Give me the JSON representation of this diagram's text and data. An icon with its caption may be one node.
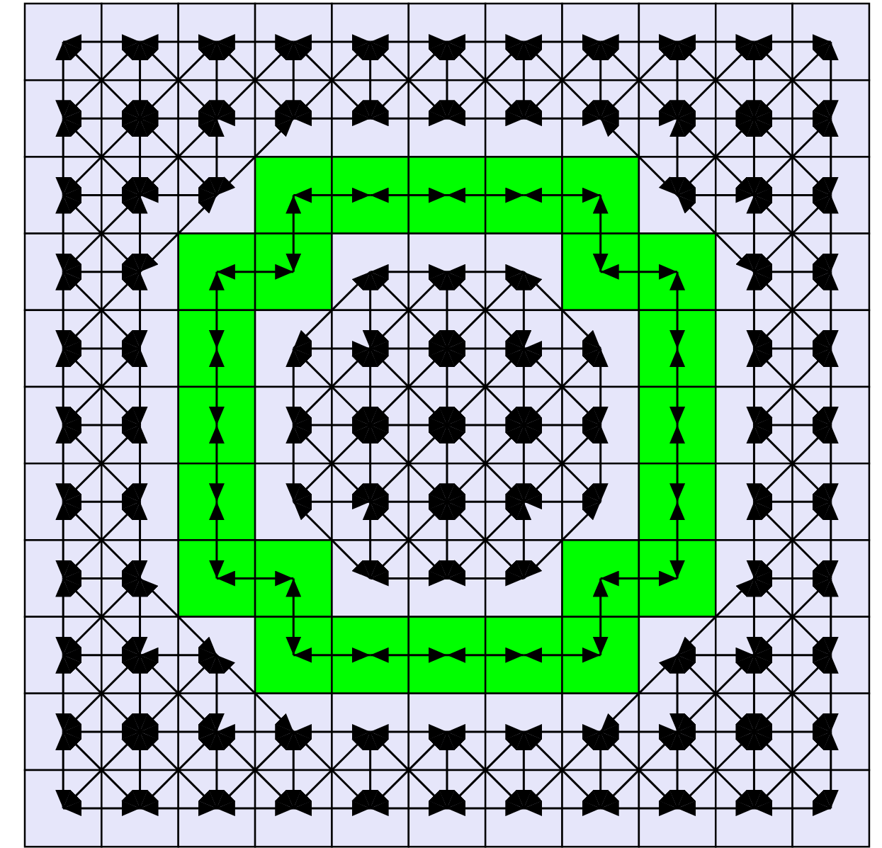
{
  "diagram": {
    "nodes": [
      {
        "text": [],
        "shape": "box"
      },
      {
        "text": [],
        "shape": "box"
      },
      {
        "text": [],
        "shape": "box"
      },
      {
        "text": [],
        "shape": "box"
      },
      {
        "text": [],
        "shape": "box"
      },
      {
        "text": [],
        "shape": "box"
      },
      {
        "text": [],
        "shape": "box"
      },
      {
        "text": [],
        "shape": "box"
      },
      {
        "text": [],
        "shape": "box"
      },
      {
        "text": [],
        "shape": "box"
      },
      {
        "text": [],
        "shape": "box"
      },
      {
        "text": [],
        "shape": "box"
      },
      {
        "text": [],
        "shape": "box"
      },
      {
        "text": [],
        "shape": "box"
      },
      {
        "text": [],
        "shape": "box"
      },
      {
        "text": [],
        "shape": "box"
      },
      {
        "text": [],
        "shape": "box"
      },
      {
        "text": [],
        "shape": "box"
      },
      {
        "text": [],
        "shape": "box"
      },
      {
        "text": [],
        "shape": "box"
      },
      {
        "text": [],
        "shape": "box"
      },
      {
        "text": [],
        "shape": "box"
      },
      {
        "text": [],
        "shape": "box"
      },
      {
        "text": [],
        "shape": "box"
      },
      {
        "text": [],
        "shape": "box"
      },
      {
        "text": [],
        "shape": "box"
      },
      {
        "text": [],
        "shape": "box"
      },
      {
        "text": [],
        "shape": "box"
      },
      {
        "text": [],
        "shape": "box"
      },
      {
        "text": [],
        "shape": "box"
      },
      {
        "text": [],
        "shape": "box"
      },
      {
        "text": [],
        "shape": "box"
      },
      {
        "text": [],
        "shape": "box"
      },
      {
        "text": [],
        "shape": "box"
      },
      {
        "text": [],
        "shape": "box"
      },
      {
        "text": [],
        "shape": "box"
      },
      {
        "text": [],
        "shape": "box"
      },
      {
        "text": [],
        "shape": "box"
      },
      {
        "text": [],
        "shape": "box"
      },
      {
        "text": [],
        "shape": "box"
      },
      {
        "text": [],
        "shape": "box"
      },
      {
        "text": [],
        "shape": "box"
      },
      {
        "text": [],
        "shape": "box"
      },
      {
        "text": [],
        "shape": "box"
      },
      {
        "text": [],
        "shape": "box"
      },
      {
        "text": [],
        "shape": "box"
      },
      {
        "text": [],
        "shape": "box"
      },
      {
        "text": [],
        "shape": "box"
      },
      {
        "text": [],
        "shape": "box"
      },
      {
        "text": [],
        "shape": "box"
      },
      {
        "text": [],
        "shape": "box"
      },
      {
        "text": [],
        "shape": "box"
      },
      {
        "text": [],
        "shape": "box"
      },
      {
        "text": [],
        "shape": "box"
      },
      {
        "text": [],
        "shape": "box"
      },
      {
        "text": [],
        "shape": "box"
      },
      {
        "text": [],
        "shape": "box"
      },
      {
        "text": [],
        "shape": "box"
      },
      {
        "text": [],
        "shape": "box"
      },
      {
        "text": [],
        "shape": "box"
      },
      {
        "text": [],
        "shape": "box"
      },
      {
        "text": [],
        "shape": "box"
      },
      {
        "text": [],
        "shape": "box"
      },
      {
        "text": [],
        "shape": "box"
      },
      {
        "text": [],
        "shape": "box"
      },
      {
        "text": [],
        "shape": "box"
      },
      {
        "text": [],
        "shape": "box"
      },
      {
        "text": [],
        "shape": "box"
      },
      {
        "text": [],
        "shape": "box"
      },
      {
        "text": [],
        "shape": "box"
      },
      {
        "text": [],
        "shape": "box"
      },
      {
        "text": [],
        "shape": "box"
      },
      {
        "text": [],
        "shape": "box"
      },
      {
        "text": [],
        "shape": "box"
      },
      {
        "text": [],
        "shape": "box"
      },
      {
        "text": [],
        "shape": "box"
      },
      {
        "text": [],
        "shape": "box"
      },
      {
        "text": [],
        "shape": "box"
      },
      {
        "text": [],
        "shape": "box"
      },
      {
        "text": [],
        "shape": "box"
      },
      {
        "text": [],
        "shape": "box"
      },
      {
        "text": [],
        "shape": "box"
      },
      {
        "text": [],
        "shape": "box"
      },
      {
        "text": [],
        "shape": "box"
      },
      {
        "text": [],
        "shape": "box"
      },
      {
        "text": [],
        "shape": "box"
      },
      {
        "text": [],
        "shape": "box"
      },
      {
        "text": [],
        "shape": "box"
      },
      {
        "text": [],
        "shape": "box"
      },
      {
        "text": [],
        "shape": "box"
      },
      {
        "text": [],
        "shape": "box"
      },
      {
        "text": [],
        "shape": "box"
      },
      {
        "text": [],
        "shape": "box"
      },
      {
        "text": [],
        "shape": "box"
      },
      {
        "text": [],
        "shape": "box"
      },
      {
        "text": [],
        "shape": "box"
      },
      {
        "text": [],
        "shape": "box"
      },
      {
        "text": [],
        "shape": "box"
      },
      {
        "text": [],
        "shape": "box"
      },
      {
        "text": [],
        "shape": "box"
      },
      {
        "text": [],
        "shape": "box"
      },
      {
        "text": [],
        "shape": "box"
      },
      {
        "text": [],
        "shape": "box"
      },
      {
        "text": [],
        "shape": "box"
      },
      {
        "text": [],
        "shape": "box"
      },
      {
        "text": [],
        "shape": "box"
      },
      {
        "text": [],
        "shape": "box"
      },
      {
        "text": [],
        "shape": "box"
      },
      {
        "text": [],
        "shape": "box"
      },
      {
        "text": [],
        "shape": "box"
      },
      {
        "text": [],
        "shape": "box"
      },
      {
        "text": [],
        "shape": "box"
      },
      {
        "text": [],
        "shape": "box"
      },
      {
        "text": [],
        "shape": "box"
      },
      {
        "text": [],
        "shape": "box"
      },
      {
        "text": [],
        "shape": "box"
      },
      {
        "text": [],
        "shape": "box"
      },
      {
        "text": [],
        "shape": "box"
      },
      {
        "text": [],
        "shape": "box"
      },
      {
        "text": [],
        "shape": "box"
      },
      {
        "text": [],
        "shape": "box"
      }
    ],
    "edges": [
      {
        "from": 0,
        "to": 1,
        "arrow": "both"
      },
      {
        "from": 0,
        "to": 11,
        "arrow": "both"
      },
      {
        "from": 0,
        "to": 12,
        "arrow": "both"
      },
      {
        "from": 1,
        "to": 2,
        "arrow": "both"
      },
      {
        "from": 1,
        "to": 11,
        "arrow": "both"
      },
      {
        "from": 1,
        "to": 12,
        "arrow": "both"
      },
      {
        "from": 1,
        "to": 13,
        "arrow": "both"
      },
      {
        "from": 2,
        "to": 3,
        "arrow": "both"
      },
      {
        "from": 2,
        "to": 12,
        "arrow": "both"
      },
      {
        "from": 2,
        "to": 13,
        "arrow": "both"
      },
      {
        "from": 2,
        "to": 14,
        "arrow": "both"
      },
      {
        "from": 3,
        "to": 4,
        "arrow": "both"
      },
      {
        "from": 3,
        "to": 13,
        "arrow": "both"
      },
      {
        "from": 3,
        "to": 14,
        "arrow": "both"
      },
      {
        "from": 3,
        "to": 15,
        "arrow": "both"
      },
      {
        "from": 4,
        "to": 5,
        "arrow": "both"
      },
      {
        "from": 4,
        "to": 14,
        "arrow": "both"
      },
      {
        "from": 4,
        "to": 15,
        "arrow": "both"
      },
      {
        "from": 4,
        "to": 16,
        "arrow": "both"
      },
      {
        "from": 5,
        "to": 6,
        "arrow": "both"
      },
      {
        "from": 5,
        "to": 15,
        "arrow": "both"
      },
      {
        "from": 5,
        "to": 16,
        "arrow": "both"
      },
      {
        "from": 5,
        "to": 17,
        "arrow": "both"
      },
      {
        "from": 6,
        "to": 7,
        "arrow": "both"
      },
      {
        "from": 6,
        "to": 16,
        "arrow": "both"
      },
      {
        "from": 6,
        "to": 17,
        "arrow": "both"
      },
      {
        "from": 6,
        "to": 18,
        "arrow": "both"
      },
      {
        "from": 7,
        "to": 8,
        "arrow": "both"
      },
      {
        "from": 7,
        "to": 17,
        "arrow": "both"
      },
      {
        "from": 7,
        "to": 18,
        "arrow": "both"
      },
      {
        "from": 7,
        "to": 19,
        "arrow": "both"
      },
      {
        "from": 8,
        "to": 9,
        "arrow": "both"
      },
      {
        "from": 8,
        "to": 18,
        "arrow": "both"
      },
      {
        "from": 8,
        "to": 19,
        "arrow": "both"
      },
      {
        "from": 8,
        "to": 20,
        "arrow": "both"
      },
      {
        "from": 9,
        "to": 10,
        "arrow": "both"
      },
      {
        "from": 9,
        "to": 19,
        "arrow": "both"
      },
      {
        "from": 9,
        "to": 20,
        "arrow": "both"
      },
      {
        "from": 9,
        "to": 21,
        "arrow": "both"
      },
      {
        "from": 10,
        "to": 20,
        "arrow": "both"
      },
      {
        "from": 10,
        "to": 21,
        "arrow": "both"
      },
      {
        "from": 11,
        "to": 12,
        "arrow": "both"
      },
      {
        "from": 11,
        "to": 22,
        "arrow": "both"
      },
      {
        "from": 11,
        "to": 23,
        "arrow": "both"
      },
      {
        "from": 12,
        "to": 13,
        "arrow": "both"
      },
      {
        "from": 12,
        "to": 22,
        "arrow": "both"
      },
      {
        "from": 12,
        "to": 23,
        "arrow": "both"
      },
      {
        "from": 12,
        "to": 24,
        "arrow": "both"
      },
      {
        "from": 13,
        "to": 14,
        "arrow": "both"
      },
      {
        "from": 13,
        "to": 23,
        "arrow": "both"
      },
      {
        "from": 13,
        "to": 24,
        "arrow": "both"
      },
      {
        "from": 14,
        "to": 15,
        "arrow": "both"
      },
      {
        "from": 14,
        "to": 24,
        "arrow": "both"
      },
      {
        "from": 15,
        "to": 16,
        "arrow": "both"
      },
      {
        "from": 16,
        "to": 17,
        "arrow": "both"
      },
      {
        "from": 17,
        "to": 18,
        "arrow": "both"
      },
      {
        "from": 18,
        "to": 19,
        "arrow": "both"
      },
      {
        "from": 18,
        "to": 30,
        "arrow": "both"
      },
      {
        "from": 19,
        "to": 20,
        "arrow": "both"
      },
      {
        "from": 19,
        "to": 30,
        "arrow": "both"
      },
      {
        "from": 19,
        "to": 31,
        "arrow": "both"
      },
      {
        "from": 20,
        "to": 21,
        "arrow": "both"
      },
      {
        "from": 20,
        "to": 30,
        "arrow": "both"
      },
      {
        "from": 20,
        "to": 31,
        "arrow": "both"
      },
      {
        "from": 20,
        "to": 32,
        "arrow": "both"
      },
      {
        "from": 21,
        "to": 31,
        "arrow": "both"
      },
      {
        "from": 21,
        "to": 32,
        "arrow": "both"
      },
      {
        "from": 22,
        "to": 23,
        "arrow": "both"
      },
      {
        "from": 22,
        "to": 33,
        "arrow": "both"
      },
      {
        "from": 22,
        "to": 34,
        "arrow": "both"
      },
      {
        "from": 23,
        "to": 24,
        "arrow": "both"
      },
      {
        "from": 23,
        "to": 33,
        "arrow": "both"
      },
      {
        "from": 23,
        "to": 34,
        "arrow": "both"
      },
      {
        "from": 24,
        "to": 34,
        "arrow": "both"
      },
      {
        "from": 25,
        "to": 26,
        "arrow": "both"
      },
      {
        "from": 25,
        "to": 36,
        "arrow": "both"
      },
      {
        "from": 26,
        "to": 27,
        "arrow": "both"
      },
      {
        "from": 27,
        "to": 28,
        "arrow": "both"
      },
      {
        "from": 28,
        "to": 29,
        "arrow": "both"
      },
      {
        "from": 29,
        "to": 40,
        "arrow": "both"
      },
      {
        "from": 30,
        "to": 31,
        "arrow": "both"
      },
      {
        "from": 30,
        "to": 42,
        "arrow": "both"
      },
      {
        "from": 31,
        "to": 32,
        "arrow": "both"
      },
      {
        "from": 31,
        "to": 42,
        "arrow": "both"
      },
      {
        "from": 31,
        "to": 43,
        "arrow": "both"
      },
      {
        "from": 32,
        "to": 42,
        "arrow": "both"
      },
      {
        "from": 32,
        "to": 43,
        "arrow": "both"
      },
      {
        "from": 33,
        "to": 34,
        "arrow": "both"
      },
      {
        "from": 33,
        "to": 44,
        "arrow": "both"
      },
      {
        "from": 33,
        "to": 45,
        "arrow": "both"
      },
      {
        "from": 34,
        "to": 44,
        "arrow": "both"
      },
      {
        "from": 34,
        "to": 45,
        "arrow": "both"
      },
      {
        "from": 35,
        "to": 36,
        "arrow": "both"
      },
      {
        "from": 35,
        "to": 46,
        "arrow": "both"
      },
      {
        "from": 37,
        "to": 38,
        "arrow": "both"
      },
      {
        "from": 37,
        "to": 47,
        "arrow": "both"
      },
      {
        "from": 37,
        "to": 48,
        "arrow": "both"
      },
      {
        "from": 37,
        "to": 49,
        "arrow": "both"
      },
      {
        "from": 38,
        "to": 39,
        "arrow": "both"
      },
      {
        "from": 38,
        "to": 48,
        "arrow": "both"
      },
      {
        "from": 38,
        "to": 49,
        "arrow": "both"
      },
      {
        "from": 38,
        "to": 50,
        "arrow": "both"
      },
      {
        "from": 39,
        "to": 49,
        "arrow": "both"
      },
      {
        "from": 39,
        "to": 50,
        "arrow": "both"
      },
      {
        "from": 39,
        "to": 51,
        "arrow": "both"
      },
      {
        "from": 40,
        "to": 41,
        "arrow": "both"
      },
      {
        "from": 41,
        "to": 52,
        "arrow": "both"
      },
      {
        "from": 42,
        "to": 43,
        "arrow": "both"
      },
      {
        "from": 42,
        "to": 53,
        "arrow": "both"
      },
      {
        "from": 42,
        "to": 54,
        "arrow": "both"
      },
      {
        "from": 43,
        "to": 53,
        "arrow": "both"
      },
      {
        "from": 43,
        "to": 54,
        "arrow": "both"
      },
      {
        "from": 44,
        "to": 45,
        "arrow": "both"
      },
      {
        "from": 44,
        "to": 55,
        "arrow": "both"
      },
      {
        "from": 44,
        "to": 56,
        "arrow": "both"
      },
      {
        "from": 45,
        "to": 55,
        "arrow": "both"
      },
      {
        "from": 45,
        "to": 56,
        "arrow": "both"
      },
      {
        "from": 46,
        "to": 57,
        "arrow": "both"
      },
      {
        "from": 47,
        "to": 48,
        "arrow": "both"
      },
      {
        "from": 47,
        "to": 58,
        "arrow": "both"
      },
      {
        "from": 47,
        "to": 59,
        "arrow": "both"
      },
      {
        "from": 48,
        "to": 49,
        "arrow": "both"
      },
      {
        "from": 48,
        "to": 58,
        "arrow": "both"
      },
      {
        "from": 48,
        "to": 59,
        "arrow": "both"
      },
      {
        "from": 48,
        "to": 60,
        "arrow": "both"
      },
      {
        "from": 49,
        "to": 50,
        "arrow": "both"
      },
      {
        "from": 49,
        "to": 59,
        "arrow": "both"
      },
      {
        "from": 49,
        "to": 60,
        "arrow": "both"
      },
      {
        "from": 49,
        "to": 61,
        "arrow": "both"
      },
      {
        "from": 50,
        "to": 51,
        "arrow": "both"
      },
      {
        "from": 50,
        "to": 60,
        "arrow": "both"
      },
      {
        "from": 50,
        "to": 61,
        "arrow": "both"
      },
      {
        "from": 50,
        "to": 62,
        "arrow": "both"
      },
      {
        "from": 51,
        "to": 61,
        "arrow": "both"
      },
      {
        "from": 51,
        "to": 62,
        "arrow": "both"
      },
      {
        "from": 52,
        "to": 63,
        "arrow": "both"
      },
      {
        "from": 53,
        "to": 54,
        "arrow": "both"
      },
      {
        "from": 53,
        "to": 64,
        "arrow": "both"
      },
      {
        "from": 53,
        "to": 65,
        "arrow": "both"
      },
      {
        "from": 54,
        "to": 64,
        "arrow": "both"
      },
      {
        "from": 54,
        "to": 65,
        "arrow": "both"
      },
      {
        "from": 55,
        "to": 56,
        "arrow": "both"
      },
      {
        "from": 55,
        "to": 66,
        "arrow": "both"
      },
      {
        "from": 55,
        "to": 67,
        "arrow": "both"
      },
      {
        "from": 56,
        "to": 66,
        "arrow": "both"
      },
      {
        "from": 56,
        "to": 67,
        "arrow": "both"
      },
      {
        "from": 57,
        "to": 68,
        "arrow": "both"
      },
      {
        "from": 58,
        "to": 59,
        "arrow": "both"
      },
      {
        "from": 58,
        "to": 69,
        "arrow": "both"
      },
      {
        "from": 58,
        "to": 70,
        "arrow": "both"
      },
      {
        "from": 59,
        "to": 60,
        "arrow": "both"
      },
      {
        "from": 59,
        "to": 69,
        "arrow": "both"
      },
      {
        "from": 59,
        "to": 70,
        "arrow": "both"
      },
      {
        "from": 59,
        "to": 71,
        "arrow": "both"
      },
      {
        "from": 60,
        "to": 61,
        "arrow": "both"
      },
      {
        "from": 60,
        "to": 70,
        "arrow": "both"
      },
      {
        "from": 60,
        "to": 71,
        "arrow": "both"
      },
      {
        "from": 60,
        "to": 72,
        "arrow": "both"
      },
      {
        "from": 61,
        "to": 62,
        "arrow": "both"
      },
      {
        "from": 61,
        "to": 71,
        "arrow": "both"
      },
      {
        "from": 61,
        "to": 72,
        "arrow": "both"
      },
      {
        "from": 61,
        "to": 73,
        "arrow": "both"
      },
      {
        "from": 62,
        "to": 72,
        "arrow": "both"
      },
      {
        "from": 62,
        "to": 73,
        "arrow": "both"
      },
      {
        "from": 63,
        "to": 74,
        "arrow": "both"
      },
      {
        "from": 64,
        "to": 65,
        "arrow": "both"
      },
      {
        "from": 64,
        "to": 75,
        "arrow": "both"
      },
      {
        "from": 64,
        "to": 76,
        "arrow": "both"
      },
      {
        "from": 65,
        "to": 75,
        "arrow": "both"
      },
      {
        "from": 65,
        "to": 76,
        "arrow": "both"
      },
      {
        "from": 66,
        "to": 67,
        "arrow": "both"
      },
      {
        "from": 66,
        "to": 77,
        "arrow": "both"
      },
      {
        "from": 66,
        "to": 78,
        "arrow": "both"
      },
      {
        "from": 67,
        "to": 77,
        "arrow": "both"
      },
      {
        "from": 67,
        "to": 78,
        "arrow": "both"
      },
      {
        "from": 68,
        "to": 79,
        "arrow": "both"
      },
      {
        "from": 69,
        "to": 70,
        "arrow": "both"
      },
      {
        "from": 69,
        "to": 81,
        "arrow": "both"
      },
      {
        "from": 70,
        "to": 71,
        "arrow": "both"
      },
      {
        "from": 70,
        "to": 81,
        "arrow": "both"
      },
      {
        "from": 70,
        "to": 82,
        "arrow": "both"
      },
      {
        "from": 71,
        "to": 72,
        "arrow": "both"
      },
      {
        "from": 71,
        "to": 81,
        "arrow": "both"
      },
      {
        "from": 71,
        "to": 82,
        "arrow": "both"
      },
      {
        "from": 71,
        "to": 83,
        "arrow": "both"
      },
      {
        "from": 72,
        "to": 73,
        "arrow": "both"
      },
      {
        "from": 72,
        "to": 82,
        "arrow": "both"
      },
      {
        "from": 72,
        "to": 83,
        "arrow": "both"
      },
      {
        "from": 73,
        "to": 83,
        "arrow": "both"
      },
      {
        "from": 74,
        "to": 85,
        "arrow": "both"
      },
      {
        "from": 75,
        "to": 76,
        "arrow": "both"
      },
      {
        "from": 75,
        "to": 86,
        "arrow": "both"
      },
      {
        "from": 75,
        "to": 87,
        "arrow": "both"
      },
      {
        "from": 76,
        "to": 86,
        "arrow": "both"
      },
      {
        "from": 76,
        "to": 87,
        "arrow": "both"
      },
      {
        "from": 77,
        "to": 78,
        "arrow": "both"
      },
      {
        "from": 77,
        "to": 88,
        "arrow": "both"
      },
      {
        "from": 77,
        "to": 89,
        "arrow": "both"
      },
      {
        "from": 78,
        "to": 88,
        "arrow": "both"
      },
      {
        "from": 78,
        "to": 89,
        "arrow": "both"
      },
      {
        "from": 78,
        "to": 90,
        "arrow": "both"
      },
      {
        "from": 79,
        "to": 80,
        "arrow": "both"
      },
      {
        "from": 80,
        "to": 91,
        "arrow": "both"
      },
      {
        "from": 81,
        "to": 82,
        "arrow": "both"
      },
      {
        "from": 82,
        "to": 83,
        "arrow": "both"
      },
      {
        "from": 84,
        "to": 85,
        "arrow": "both"
      },
      {
        "from": 84,
        "to": 95,
        "arrow": "both"
      },
      {
        "from": 86,
        "to": 87,
        "arrow": "both"
      },
      {
        "from": 86,
        "to": 96,
        "arrow": "both"
      },
      {
        "from": 86,
        "to": 97,
        "arrow": "both"
      },
      {
        "from": 86,
        "to": 98,
        "arrow": "both"
      },
      {
        "from": 87,
        "to": 97,
        "arrow": "both"
      },
      {
        "from": 87,
        "to": 98,
        "arrow": "both"
      },
      {
        "from": 88,
        "to": 89,
        "arrow": "both"
      },
      {
        "from": 88,
        "to": 99,
        "arrow": "both"
      },
      {
        "from": 88,
        "to": 100,
        "arrow": "both"
      },
      {
        "from": 89,
        "to": 90,
        "arrow": "both"
      },
      {
        "from": 89,
        "to": 99,
        "arrow": "both"
      },
      {
        "from": 89,
        "to": 100,
        "arrow": "both"
      },
      {
        "from": 89,
        "to": 101,
        "arrow": "both"
      },
      {
        "from": 90,
        "to": 100,
        "arrow": "both"
      },
      {
        "from": 90,
        "to": 101,
        "arrow": "both"
      },
      {
        "from": 90,
        "to": 102,
        "arrow": "both"
      },
      {
        "from": 91,
        "to": 92,
        "arrow": "both"
      },
      {
        "from": 92,
        "to": 93,
        "arrow": "both"
      },
      {
        "from": 93,
        "to": 94,
        "arrow": "both"
      },
      {
        "from": 94,
        "to": 95,
        "arrow": "both"
      },
      {
        "from": 96,
        "to": 97,
        "arrow": "both"
      },
      {
        "from": 96,
        "to": 106,
        "arrow": "both"
      },
      {
        "from": 96,
        "to": 107,
        "arrow": "both"
      },
      {
        "from": 96,
        "to": 108,
        "arrow": "both"
      },
      {
        "from": 97,
        "to": 98,
        "arrow": "both"
      },
      {
        "from": 97,
        "to": 107,
        "arrow": "both"
      },
      {
        "from": 97,
        "to": 108,
        "arrow": "both"
      },
      {
        "from": 97,
        "to": 109,
        "arrow": "both"
      },
      {
        "from": 98,
        "to": 108,
        "arrow": "both"
      },
      {
        "from": 98,
        "to": 109,
        "arrow": "both"
      },
      {
        "from": 99,
        "to": 100,
        "arrow": "both"
      },
      {
        "from": 99,
        "to": 110,
        "arrow": "both"
      },
      {
        "from": 99,
        "to": 111,
        "arrow": "both"
      },
      {
        "from": 100,
        "to": 101,
        "arrow": "both"
      },
      {
        "from": 100,
        "to": 110,
        "arrow": "both"
      },
      {
        "from": 100,
        "to": 111,
        "arrow": "both"
      },
      {
        "from": 100,
        "to": 112,
        "arrow": "both"
      },
      {
        "from": 101,
        "to": 102,
        "arrow": "both"
      },
      {
        "from": 101,
        "to": 111,
        "arrow": "both"
      },
      {
        "from": 101,
        "to": 112,
        "arrow": "both"
      },
      {
        "from": 101,
        "to": 113,
        "arrow": "both"
      },
      {
        "from": 102,
        "to": 103,
        "arrow": "both"
      },
      {
        "from": 102,
        "to": 112,
        "arrow": "both"
      },
      {
        "from": 102,
        "to": 113,
        "arrow": "both"
      },
      {
        "from": 102,
        "to": 114,
        "arrow": "both"
      },
      {
        "from": 103,
        "to": 104,
        "arrow": "both"
      },
      {
        "from": 103,
        "to": 113,
        "arrow": "both"
      },
      {
        "from": 103,
        "to": 114,
        "arrow": "both"
      },
      {
        "from": 103,
        "to": 115,
        "arrow": "both"
      },
      {
        "from": 104,
        "to": 105,
        "arrow": "both"
      },
      {
        "from": 104,
        "to": 114,
        "arrow": "both"
      },
      {
        "from": 104,
        "to": 115,
        "arrow": "both"
      },
      {
        "from": 104,
        "to": 116,
        "arrow": "both"
      },
      {
        "from": 105,
        "to": 106,
        "arrow": "both"
      },
      {
        "from": 105,
        "to": 115,
        "arrow": "both"
      },
      {
        "from": 105,
        "to": 116,
        "arrow": "both"
      },
      {
        "from": 105,
        "to": 117,
        "arrow": "both"
      },
      {
        "from": 106,
        "to": 107,
        "arrow": "both"
      },
      {
        "from": 106,
        "to": 116,
        "arrow": "both"
      },
      {
        "from": 106,
        "to": 117,
        "arrow": "both"
      },
      {
        "from": 106,
        "to": 118,
        "arrow": "both"
      },
      {
        "from": 107,
        "to": 108,
        "arrow": "both"
      },
      {
        "from": 107,
        "to": 117,
        "arrow": "both"
      },
      {
        "from": 107,
        "to": 118,
        "arrow": "both"
      },
      {
        "from": 107,
        "to": 119,
        "arrow": "both"
      },
      {
        "from": 108,
        "to": 109,
        "arrow": "both"
      },
      {
        "from": 108,
        "to": 118,
        "arrow": "both"
      },
      {
        "from": 108,
        "to": 119,
        "arrow": "both"
      },
      {
        "from": 108,
        "to": 120,
        "arrow": "both"
      },
      {
        "from": 109,
        "to": 119,
        "arrow": "both"
      },
      {
        "from": 109,
        "to": 120,
        "arrow": "both"
      },
      {
        "from": 110,
        "to": 111,
        "arrow": "both"
      },
      {
        "from": 111,
        "to": 112,
        "arrow": "both"
      },
      {
        "from": 112,
        "to": 113,
        "arrow": "both"
      },
      {
        "from": 113,
        "to": 114,
        "arrow": "both"
      },
      {
        "from": 114,
        "to": 115,
        "arrow": "both"
      },
      {
        "from": 115,
        "to": 116,
        "arrow": "both"
      },
      {
        "from": 116,
        "to": 117,
        "arrow": "both"
      },
      {
        "from": 117,
        "to": 118,
        "arrow": "both"
      },
      {
        "from": 118,
        "to": 119,
        "arrow": "both"
      },
      {
        "from": 119,
        "to": 120,
        "arrow": "both"
      }
    ]
  }
}
